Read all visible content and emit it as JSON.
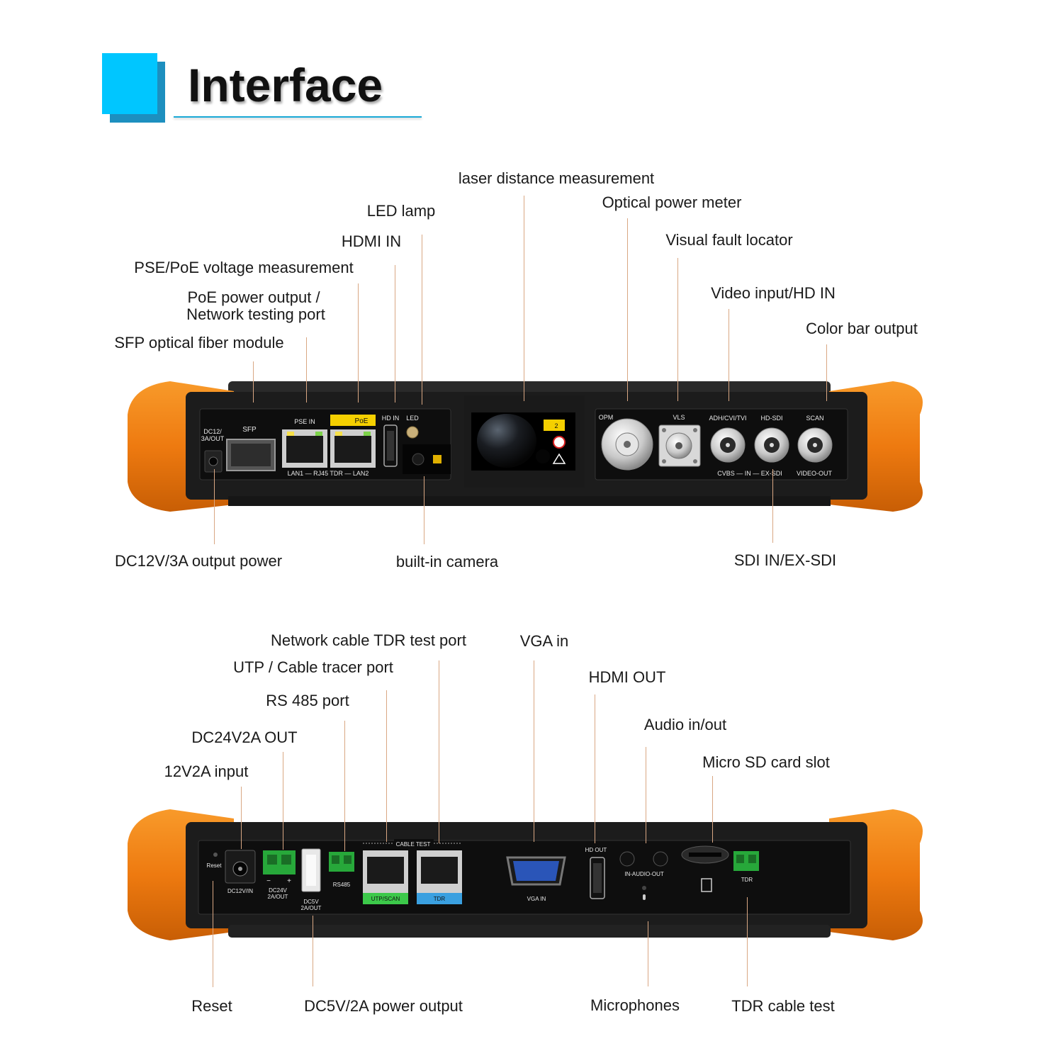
{
  "header": {
    "title": "Interface"
  },
  "top": {
    "labels": {
      "laser": "laser distance measurement",
      "led_lamp": "LED lamp",
      "opm": "Optical power meter",
      "hdmi_in": "HDMI IN",
      "vfl": "Visual fault locator",
      "pse": "PSE/PoE voltage measurement",
      "poe_line1": "PoE power output /",
      "poe_line2": "Network testing port",
      "video_in": "Video input/HD IN",
      "color_bar": "Color bar output",
      "sfp": "SFP optical fiber module",
      "dc12": "DC12V/3A output power",
      "camera": "built-in camera",
      "sdi": "SDI IN/EX-SDI"
    },
    "panel": {
      "dc12_a": "DC12/",
      "dc12_b": "3A/OUT",
      "sfp": "SFP",
      "pse_in": "PSE IN",
      "poe": "PoE",
      "lan_row": "LAN1 — RJ45 TDR — LAN2",
      "hd_in": "HD IN",
      "led": "LED",
      "laser_badge": "2",
      "opm": "OPM",
      "vls": "VLS",
      "adh": "ADH/CVI/TVI",
      "hdsdi": "HD-SDI",
      "scan": "SCAN",
      "cvbs_row": "CVBS — IN — EX-SDI",
      "video_out": "VIDEO-OUT"
    }
  },
  "bottom": {
    "labels": {
      "tdr_port": "Network cable TDR test port",
      "vga_in": "VGA in",
      "utp": "UTP / Cable tracer port",
      "hdmi_out": "HDMI OUT",
      "rs485": "RS 485 port",
      "audio": "Audio in/out",
      "dc24": "DC24V2A OUT",
      "sd": "Micro SD card slot",
      "dc12in": "12V2A input",
      "reset": "Reset",
      "dc5": "DC5V/2A power output",
      "mic": "Microphones",
      "tdr_test": "TDR cable test"
    },
    "panel": {
      "reset": "Reset",
      "dc12vin": "DC12V/IN",
      "minus": "−",
      "plus": "+",
      "dc24_a": "DC24V",
      "dc24_b": "2A/OUT",
      "dc5_a": "DC5V",
      "dc5_b": "2A/OUT",
      "rs485": "RS485",
      "cable_test": "CABLE TEST",
      "utp_scan": "UTP/SCAN",
      "tdr": "TDR",
      "vga_in": "VGA IN",
      "hd_out": "HD OUT",
      "audio_out": "IN-AUDIO-OUT",
      "tdr2": "TDR"
    }
  },
  "colors": {
    "accent_cyan": "#00c6ff",
    "accent_blue": "#1d8fbf",
    "bumper_orange": "#f07d10",
    "leader_line": "#d9a783",
    "device_body": "#1c1c1c",
    "panel_face": "#0e0e0e",
    "poe_yellow": "#f5d000",
    "utp_green": "#3cc94a",
    "tdr_blue": "#3aa0e0",
    "terminal_green": "#27a83a"
  }
}
